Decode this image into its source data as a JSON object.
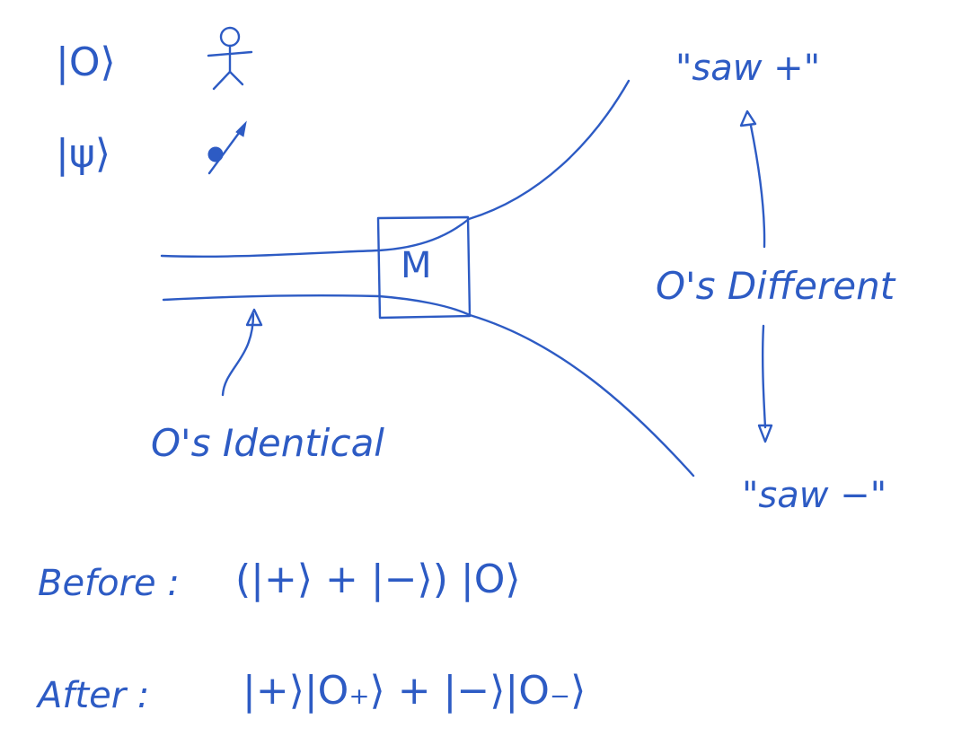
{
  "legend": {
    "observer_ket": "|O⟩",
    "system_ket": "|ψ⟩"
  },
  "box": {
    "label": "M"
  },
  "labels": {
    "upper_outcome": "\"saw +\"",
    "lower_outcome": "\"saw −\"",
    "different": "O's Different",
    "identical": "O's Identical"
  },
  "equations": {
    "before_label": "Before :",
    "before_expr": "(|+⟩ + |−⟩) |O⟩",
    "after_label": "After :",
    "after_expr": "|+⟩|O₊⟩ + |−⟩|O₋⟩"
  },
  "colors": {
    "ink": "#2d5bc4",
    "background": "#ffffff"
  }
}
